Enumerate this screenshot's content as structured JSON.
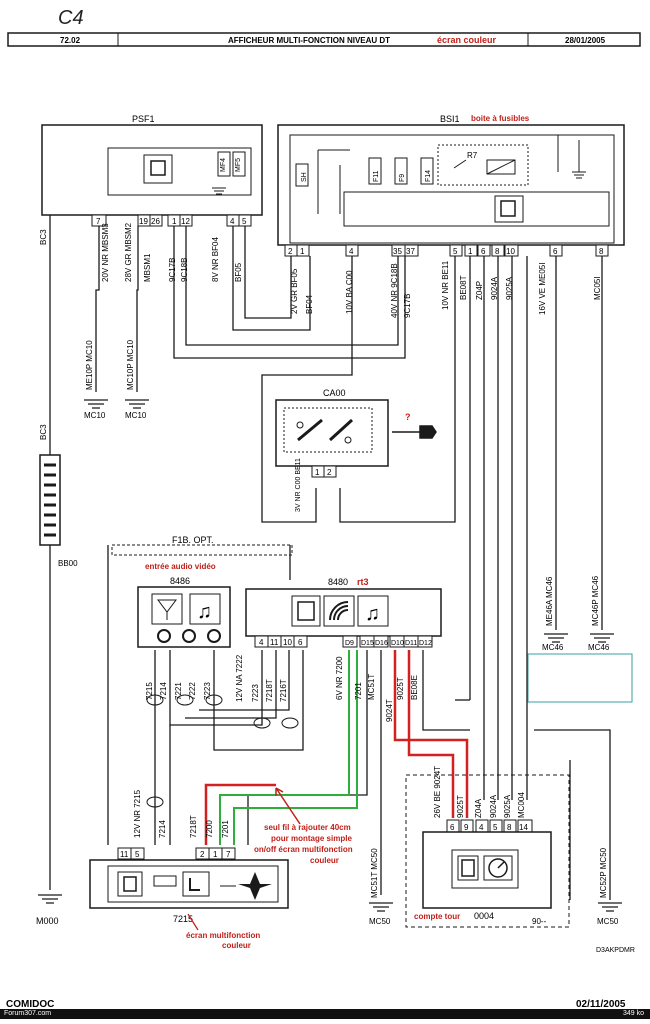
{
  "header": {
    "handwritten": "C4",
    "code": "72.02",
    "title": "AFFICHEUR MULTI-FONCTION NIVEAU DT",
    "title_note": "écran couleur",
    "date": "28/01/2005"
  },
  "components": {
    "psf1": "PSF1",
    "bsi": "BSI1",
    "bsi_note": "boite à fusibles",
    "cav": "CA00",
    "f1b": "F1B. OPT.",
    "audio": "8486",
    "audio_note": "entrée audio vidéo",
    "radio": "8480",
    "radio_note": "rt3",
    "display": "7215",
    "display_note_1": "écran multifonction",
    "display_note_2": "couleur",
    "cluster": "0004",
    "cluster_note": "compte tour",
    "cluster_ref": "90--",
    "relay": "R7",
    "question": "?"
  },
  "fuses": [
    "F11",
    "F9",
    "F14",
    "SH"
  ],
  "psf1_pins": [
    "7",
    "19",
    "26",
    "1",
    "12",
    "4",
    "5"
  ],
  "psf1_wires": [
    "20V NR MBSM3",
    "28V GR MBSM2",
    "MBSM1",
    "9C17B",
    "9C18B",
    "8V NR BF04",
    "BF05"
  ],
  "bsi_pins": [
    "2",
    "1",
    "4",
    "35",
    "37",
    "5",
    "1",
    "6",
    "8",
    "10",
    "6",
    "8"
  ],
  "bsi_wires": [
    "2V GR BF05",
    "BF04",
    "10V BA C00",
    "40V NR 9C18B",
    "9C17B",
    "10V NR BE11",
    "BE08T",
    "Z04P",
    "9024A",
    "9025A",
    "16V VE ME05I",
    "MC05I"
  ],
  "radio_pins": [
    "4",
    "11",
    "10",
    "6",
    "D9",
    "D15",
    "D16",
    "D10",
    "D11",
    "D12"
  ],
  "radio_wires": [
    "12V NA 7222",
    "7223",
    "7218T",
    "7216T",
    "6V NR 7200",
    "MC51T",
    "7201",
    "9025T",
    "9024T",
    "BE08E"
  ],
  "audio_wires": [
    "7215",
    "7214",
    "7221",
    "7222",
    "7223"
  ],
  "display_pins": [
    "11",
    "5",
    "2",
    "1",
    "7"
  ],
  "display_wires": [
    "12V NR 7215",
    "7214",
    "7218T",
    "7200",
    "7201"
  ],
  "cav_pins": [
    "1",
    "2"
  ],
  "cav_wire": "3V NR C00 BE11",
  "cluster_pins": [
    "6",
    "9",
    "4",
    "5",
    "8",
    "14"
  ],
  "cluster_wires": [
    "26V BE 9024T",
    "9025T",
    "Z04A",
    "9024A",
    "9025A",
    "MC004"
  ],
  "grounds": [
    "ME10P MC10",
    "MC10P MC10",
    "ME46A MC46",
    "MC46P MC46",
    "MC51T MC50",
    "MC52P MC50",
    "M000"
  ],
  "splices": [
    "BC3",
    "BC3",
    "BB00"
  ],
  "note_wire": "seul fil à rajouter 40cm",
  "note_wire_2": "pour montage simple",
  "note_wire_3": "on/off écran multifonction",
  "note_wire_4": "couleur",
  "ref_code": "D3AKPDMR",
  "footer": {
    "brand": "COMIDOC",
    "date": "02/11/2005",
    "site": "Forum307.com",
    "size": "349 ko"
  },
  "colors": {
    "ink": "#1a1a1a",
    "note": "#c0201a",
    "red_wire": "#d42020",
    "green_wire": "#2fae3c",
    "teal_box": "#3aa0a0"
  }
}
